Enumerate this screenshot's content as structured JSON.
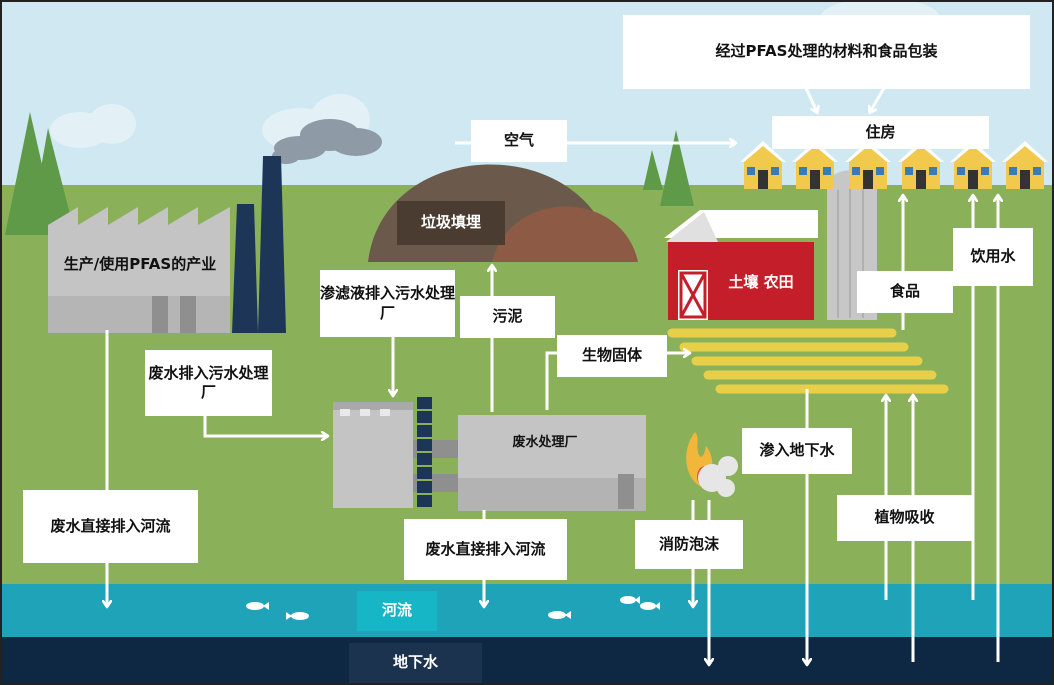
{
  "labels": {
    "packaging": "经过PFAS处理的材料和食品包装",
    "housing": "住房",
    "air": "空气",
    "landfill": "垃圾填埋",
    "industry": "生产/使用PFAS的产业",
    "leachate": "渗滤液排入污水处理厂",
    "sludge": "污泥",
    "soil_farm": "土壤 农田",
    "food": "食品",
    "drinking_water": "饮用水",
    "wastewater_to_plant": "废水排入污水处理厂",
    "biosolids": "生物固体",
    "treatment_plant": "废水处理厂",
    "seep_groundwater": "渗入地下水",
    "direct_river_left": "废水直接排入河流",
    "direct_river_center": "废水直接排入河流",
    "firefighting_foam": "消防泡沫",
    "plant_uptake": "植物吸收",
    "river": "河流",
    "groundwater": "地下水"
  },
  "colors": {
    "sky": "#cfe8f2",
    "grass": "#8bb05a",
    "river": "#1fa3b8",
    "groundwater": "#0e2742",
    "factory": "#c9c9c9",
    "chimney": "#1d3557",
    "landfill": "#6b5a4c",
    "barn": "#c41e2a",
    "house": "#f0c94d",
    "field_stripe": "#e8cf4a",
    "arrow": "#ffffff"
  }
}
